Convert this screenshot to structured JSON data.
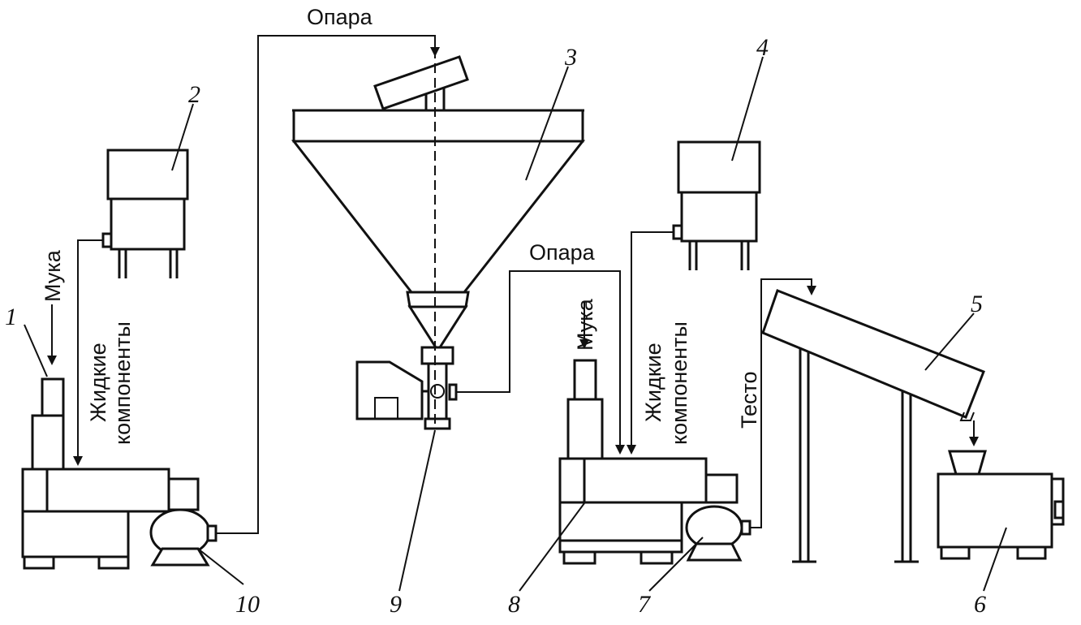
{
  "labels": {
    "opara_top": "Опара",
    "opara_mid": "Опара",
    "muka_left": "Мука",
    "muka_right": "Мука",
    "liquid_left_1": "Жидкие",
    "liquid_left_2": "компоненты",
    "liquid_right_1": "Жидкие",
    "liquid_right_2": "компоненты",
    "testo": "Тесто"
  },
  "numbers": [
    "1",
    "2",
    "3",
    "4",
    "5",
    "6",
    "7",
    "8",
    "9",
    "10"
  ]
}
